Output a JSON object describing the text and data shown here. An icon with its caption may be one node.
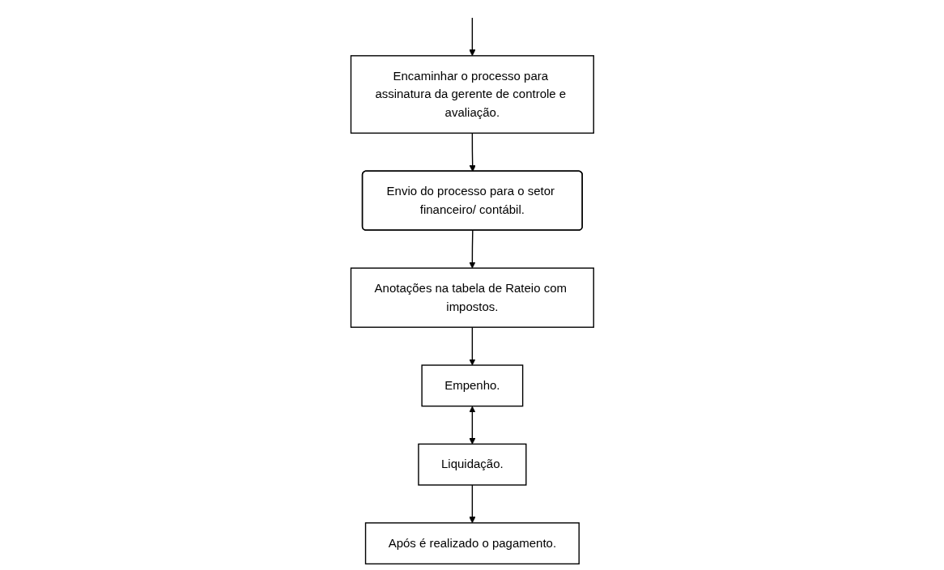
{
  "diagram": {
    "nodes": [
      {
        "text": [
          "Encaminhar o processo para assinatura da gerente de controle e avaliação."
        ]
      },
      {
        "text": [
          "Envio do processo para o setor financeiro/ contábil."
        ]
      },
      {
        "text": [
          "Anotações na tabela de Rateio com impostos."
        ]
      },
      {
        "text": [
          "Empenho."
        ]
      },
      {
        "text": [
          "Liquidação."
        ]
      },
      {
        "text": [
          "Após é realizado o pagamento."
        ]
      }
    ],
    "edges": [
      {
        "from": null,
        "to": 0,
        "arrow": "to"
      },
      {
        "from": 0,
        "to": 1,
        "arrow": "to"
      },
      {
        "from": 1,
        "to": 2,
        "arrow": "to"
      },
      {
        "from": 2,
        "to": 3,
        "arrow": "to"
      },
      {
        "from": 3,
        "to": 4,
        "arrow": "both"
      },
      {
        "from": 4,
        "to": 5,
        "arrow": "to"
      }
    ]
  }
}
